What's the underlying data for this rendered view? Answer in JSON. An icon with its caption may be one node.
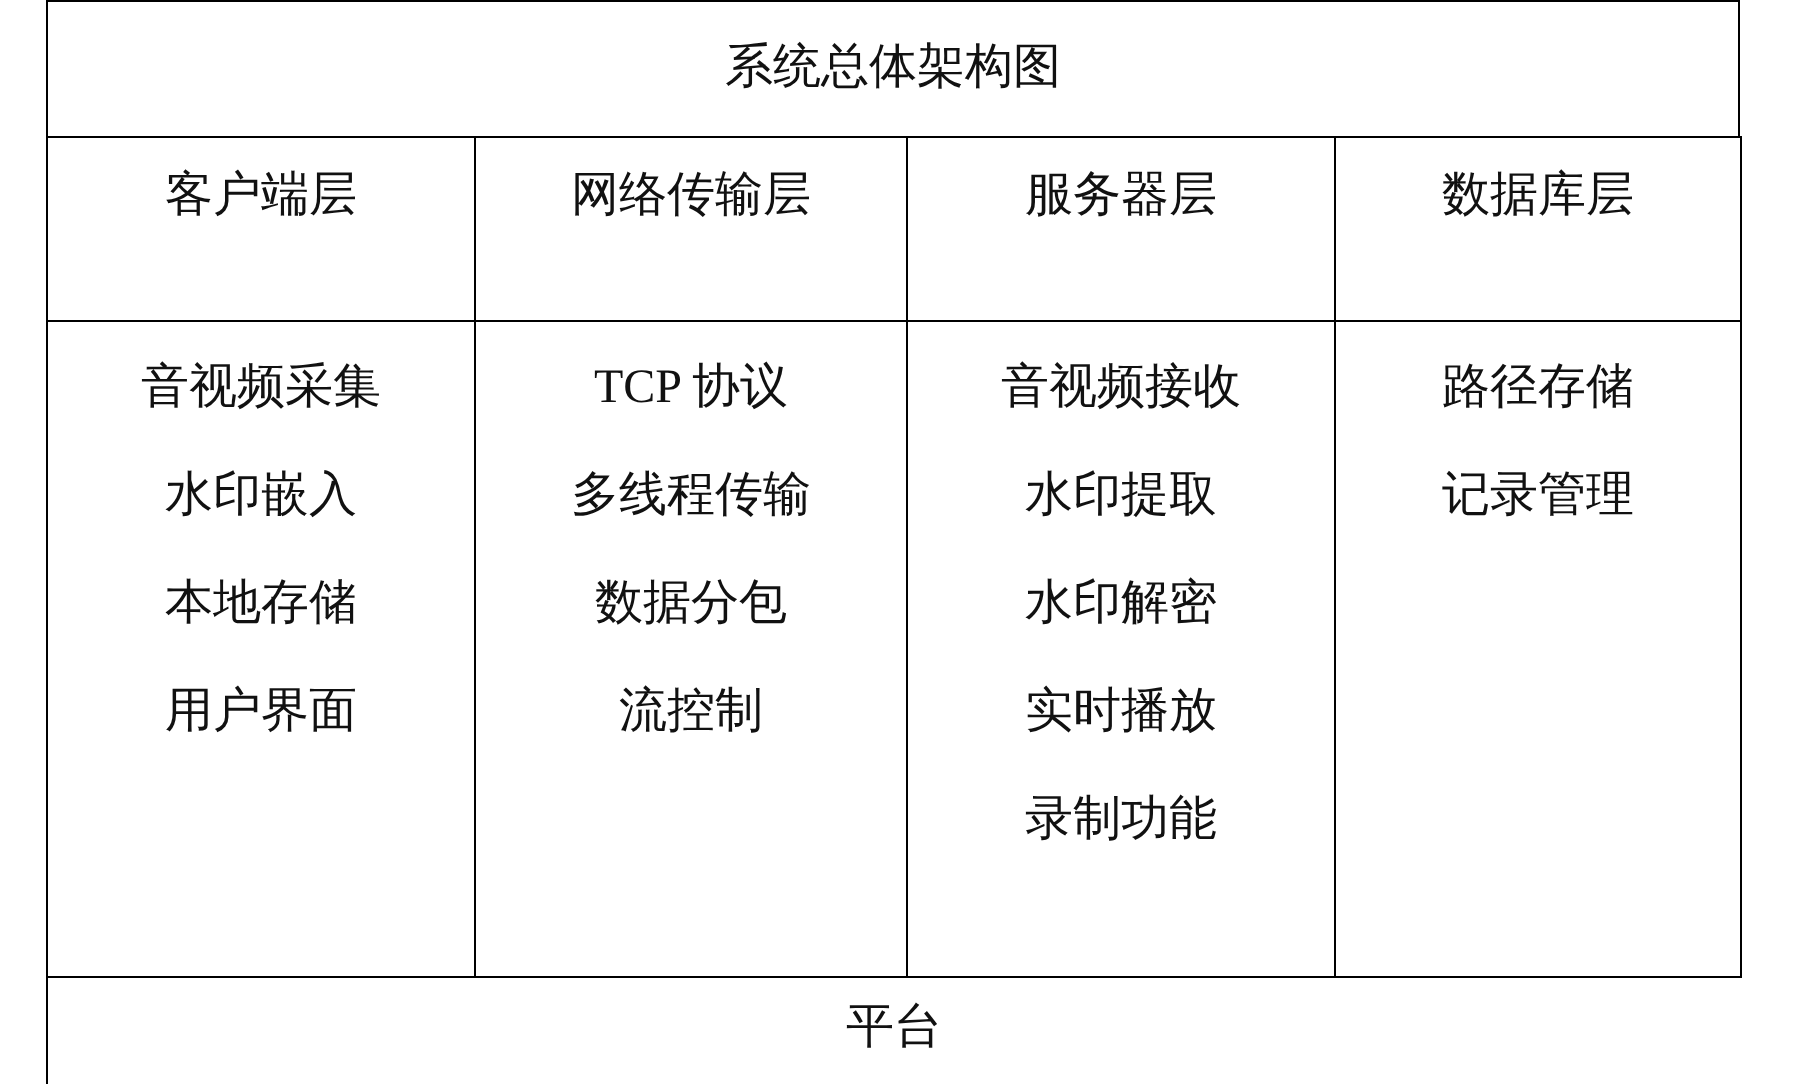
{
  "diagram": {
    "nodes": [
      {
        "text": [
          "系统总体架构图"
        ]
      },
      {
        "text": [
          "客户端层"
        ]
      },
      {
        "text": [
          "网络传输层"
        ]
      },
      {
        "text": [
          "服务器层"
        ]
      },
      {
        "text": [
          "数据库层"
        ]
      },
      {
        "text": [
          "音视频采集",
          "水印嵌入",
          "本地存储",
          "用户界面"
        ]
      },
      {
        "text": [
          "TCP 协议",
          "多线程传输",
          "数据分包",
          "流控制"
        ]
      },
      {
        "text": [
          "音视频接收",
          "水印提取",
          "水印解密",
          "实时播放",
          "录制功能"
        ]
      },
      {
        "text": [
          "路径存储",
          "记录管理"
        ]
      },
      {
        "text": [
          "平台"
        ]
      }
    ],
    "edges": []
  }
}
